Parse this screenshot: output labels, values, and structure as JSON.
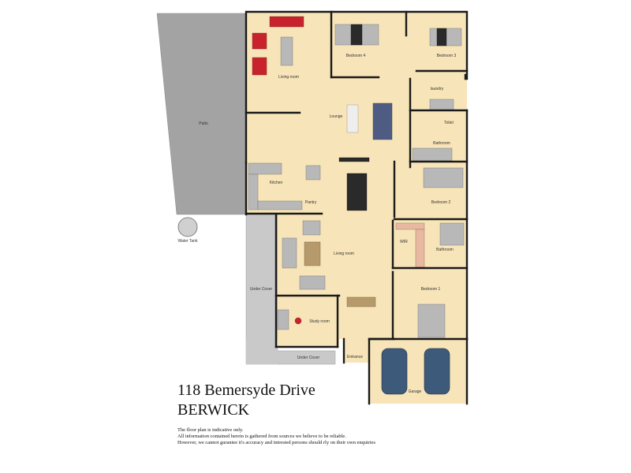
{
  "plan": {
    "colors": {
      "floor": "#f7e4b8",
      "patio": "#a3a3a3",
      "under_cover": "#c9c9c9",
      "wall": "#1a1a1a",
      "sofa_red": "#c8232c",
      "sofa_blue": "#4e5b82",
      "car": "#3d5a7a"
    },
    "rooms": [
      {
        "key": "patio",
        "label": "Patio"
      },
      {
        "key": "living1",
        "label": "Living room"
      },
      {
        "key": "bed4",
        "label": "Bedroom 4"
      },
      {
        "key": "bed3",
        "label": "Bedroom 3"
      },
      {
        "key": "laundry",
        "label": "laundry"
      },
      {
        "key": "lounge",
        "label": "Lounge"
      },
      {
        "key": "toilet",
        "label": "Toilet"
      },
      {
        "key": "bath1",
        "label": "Bathroom"
      },
      {
        "key": "kitchen",
        "label": "Kitchen"
      },
      {
        "key": "pantry",
        "label": "Pantry"
      },
      {
        "key": "bed2",
        "label": "Bedroom 2"
      },
      {
        "key": "wir",
        "label": "WIR"
      },
      {
        "key": "bath2",
        "label": "Bathroom"
      },
      {
        "key": "living2",
        "label": "Living room"
      },
      {
        "key": "undercover1",
        "label": "Under Cover"
      },
      {
        "key": "bed1",
        "label": "Bedroom 1"
      },
      {
        "key": "study",
        "label": "Study room"
      },
      {
        "key": "undercover2",
        "label": "Under Cover"
      },
      {
        "key": "entrance",
        "label": "Entrance"
      },
      {
        "key": "garage",
        "label": "Garage"
      },
      {
        "key": "tank",
        "label": "Water Tank"
      }
    ]
  },
  "address": {
    "line1": "118 Bemersyde Drive",
    "line2": "BERWICK"
  },
  "disclaimer": [
    "The floor plan is indicative only.",
    "All information contained herein is gathered from sources we believe to be reliable.",
    "However, we cannot gurantee it's accuracy and intrested persons should rly on their own enquiries"
  ]
}
